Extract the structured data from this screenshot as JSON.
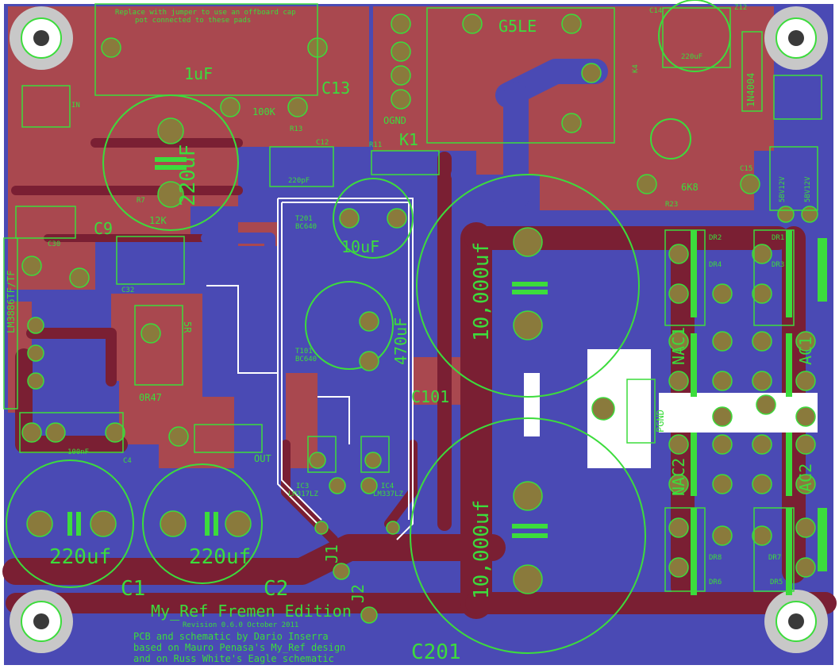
{
  "colors": {
    "background": "#ffffff",
    "top_copper": "#a9484f",
    "bottom_copper": "#4a4ab4",
    "trace_dark": "#7a1f33",
    "silkscreen": "#3cdc3c",
    "pad": "#8a7a3c",
    "hole": "#c8c8c8"
  },
  "title": {
    "main": "My_Ref Fremen Edition",
    "revision": "Revision 0.6.0 October 2011",
    "credit_1": "PCB and schematic by Dario Inserra",
    "credit_2": "based on Mauro Penasa's My_Ref design",
    "credit_3": "and on Russ White's Eagle schematic"
  },
  "notes": {
    "jumper_1": "Replace with jumper to use an offboard cap",
    "jumper_2": "pot connected to these pads"
  },
  "labels": {
    "c13_value": "1uF",
    "c13": "C13",
    "r100k": "100K",
    "r13": "R13",
    "c12": "C12",
    "c12_value": "220pF",
    "r11": "R11",
    "k1": "K1",
    "relay": "G5LE",
    "ogn": "OGND",
    "in": "IN",
    "c9": "C9",
    "c9_value": "220uF",
    "r12k": "12K",
    "r7": "R7",
    "c30": "C30",
    "lm": "LM3886TF/TF",
    "c32": "C32",
    "r5": "5R",
    "r042": "0R47",
    "c4": "C4",
    "c4_value": "100nF",
    "out": "OUT",
    "t201": "T201",
    "bc640": "BC640",
    "t101": "T101",
    "bc640b": "BC640",
    "c202_val": "10uF",
    "c102": "470uF",
    "c101": "C101",
    "ic3": "IC3",
    "ic3_part": "LM317LZ",
    "ic4": "IC4",
    "ic4_part": "LM337LZ",
    "j1": "J1",
    "j2": "J2",
    "c1": "C1",
    "c1_value": "220uf",
    "c2": "C2",
    "c2_value": "220uf",
    "big_cap_1": "10,000uf",
    "big_cap_2": "10,000uf",
    "c201": "C201",
    "pgnd": "PGND",
    "nac1": "NAC1",
    "ac1": "AC1",
    "nac2": "NAC2",
    "ac2": "AC2",
    "dr1": "DR1",
    "dr2": "DR2",
    "dr3": "DR3",
    "dr4": "DR4",
    "dr5": "DR5",
    "dr6": "DR6",
    "dr7": "DR7",
    "dr8": "DR8",
    "c14": "C14",
    "c14_val": "220uF",
    "zener": "1N4004",
    "r6k8": "6K8",
    "r23": "R23",
    "c15": "C15",
    "z12": "Z12",
    "diode_v1": "5BV12V",
    "diode_v2": "5BV12V",
    "relay_r": "K4"
  }
}
